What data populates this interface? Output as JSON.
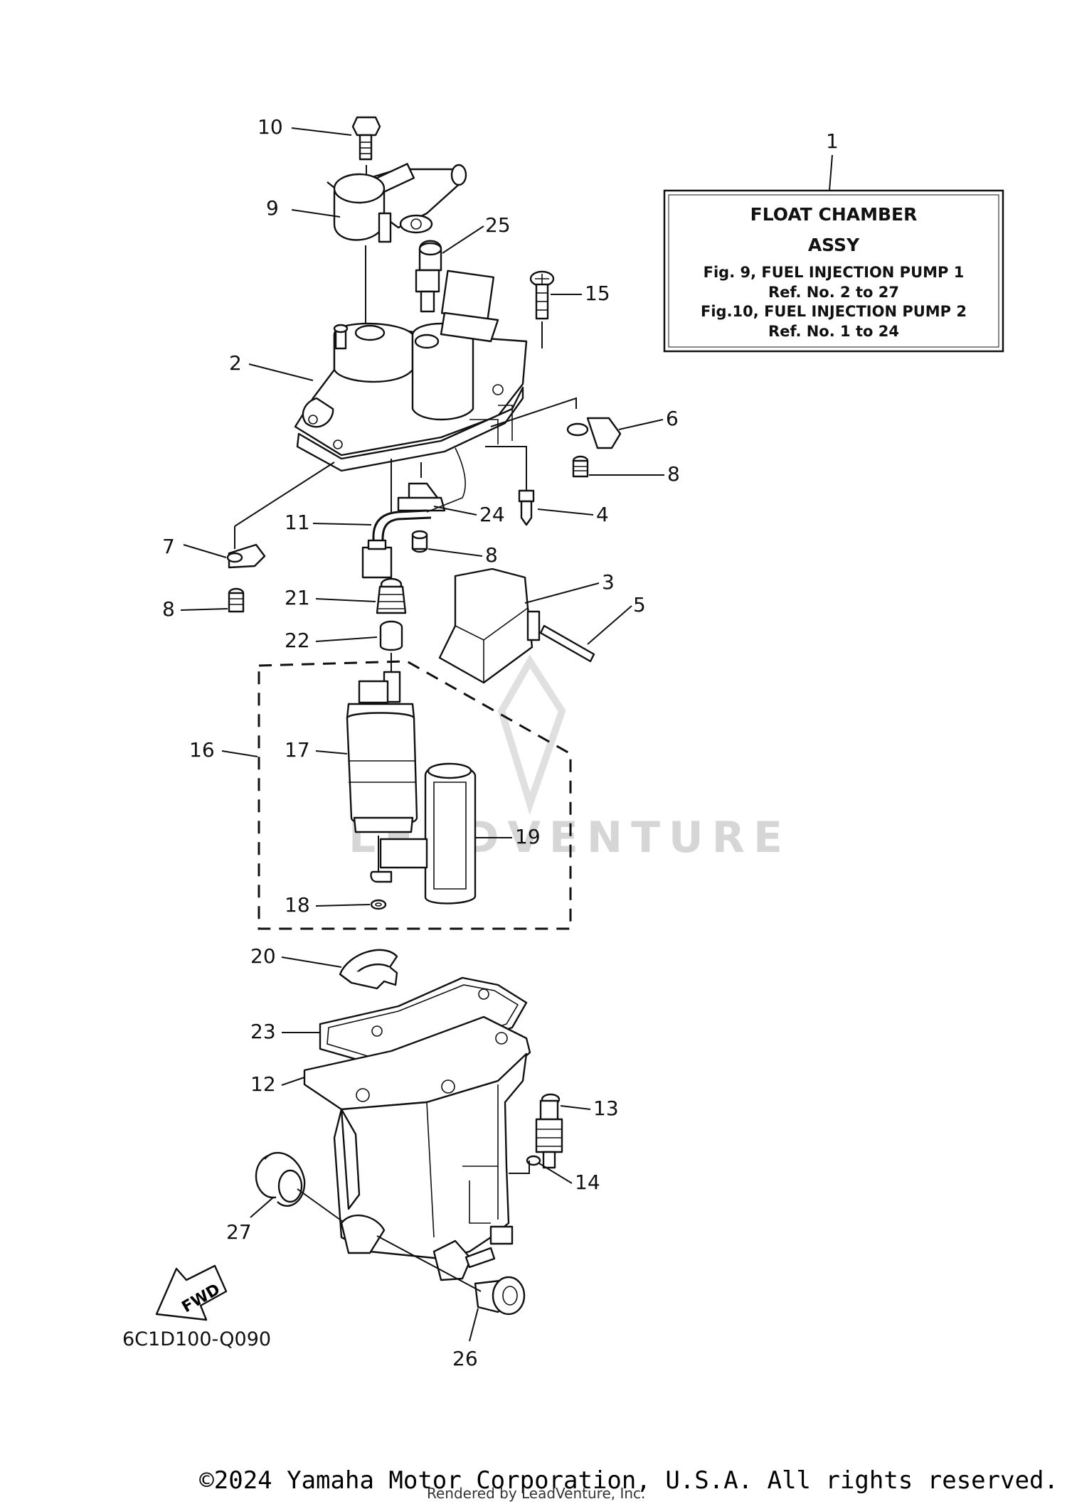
{
  "info_box": {
    "ref_number": "1",
    "line1": "FLOAT CHAMBER",
    "line2": "ASSY",
    "line3": "Fig.  9, FUEL INJECTION PUMP 1",
    "line4": "Ref. No. 2 to 27",
    "line5": "Fig.10, FUEL INJECTION PUMP 2",
    "line6": "Ref. No. 1 to 24"
  },
  "callouts": {
    "c10": "10",
    "c9": "9",
    "c25": "25",
    "c15": "15",
    "c2": "2",
    "c6": "6",
    "c8a": "8",
    "c4": "4",
    "c24": "24",
    "c11": "11",
    "c8b": "8",
    "c7": "7",
    "c8c": "8",
    "c3": "3",
    "c21": "21",
    "c5": "5",
    "c22": "22",
    "c16": "16",
    "c17": "17",
    "c19": "19",
    "c18": "18",
    "c20": "20",
    "c23": "23",
    "c12": "12",
    "c13": "13",
    "c14": "14",
    "c27": "27",
    "c26": "26"
  },
  "fwd_label": "FWD",
  "diagram_code": "6C1D100-Q090",
  "watermark": "LEADVENTURE",
  "copyright": "©2024 Yamaha Motor Corporation, U.S.A. All rights reserved.",
  "rendered_by": "Rendered by LeadVenture, Inc."
}
